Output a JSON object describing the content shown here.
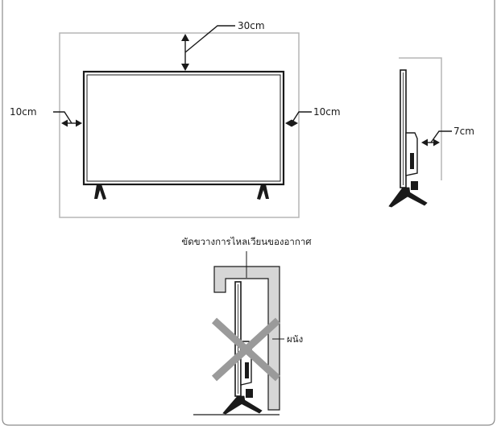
{
  "front_view": {
    "top_clearance": "30cm",
    "left_clearance": "10cm",
    "right_clearance": "10cm"
  },
  "side_view": {
    "rear_clearance": "7cm"
  },
  "wrong_install": {
    "airflow_label": "ขัดขวางการไหลเวียนของอากาศ",
    "wall_label": "ผนัง"
  },
  "colors": {
    "line": "#1a1a1a",
    "box": "#b5b5b5",
    "wall_fill": "#d6d6d6",
    "cross": "#9a9a9a",
    "frame": "#8c8c8c"
  }
}
